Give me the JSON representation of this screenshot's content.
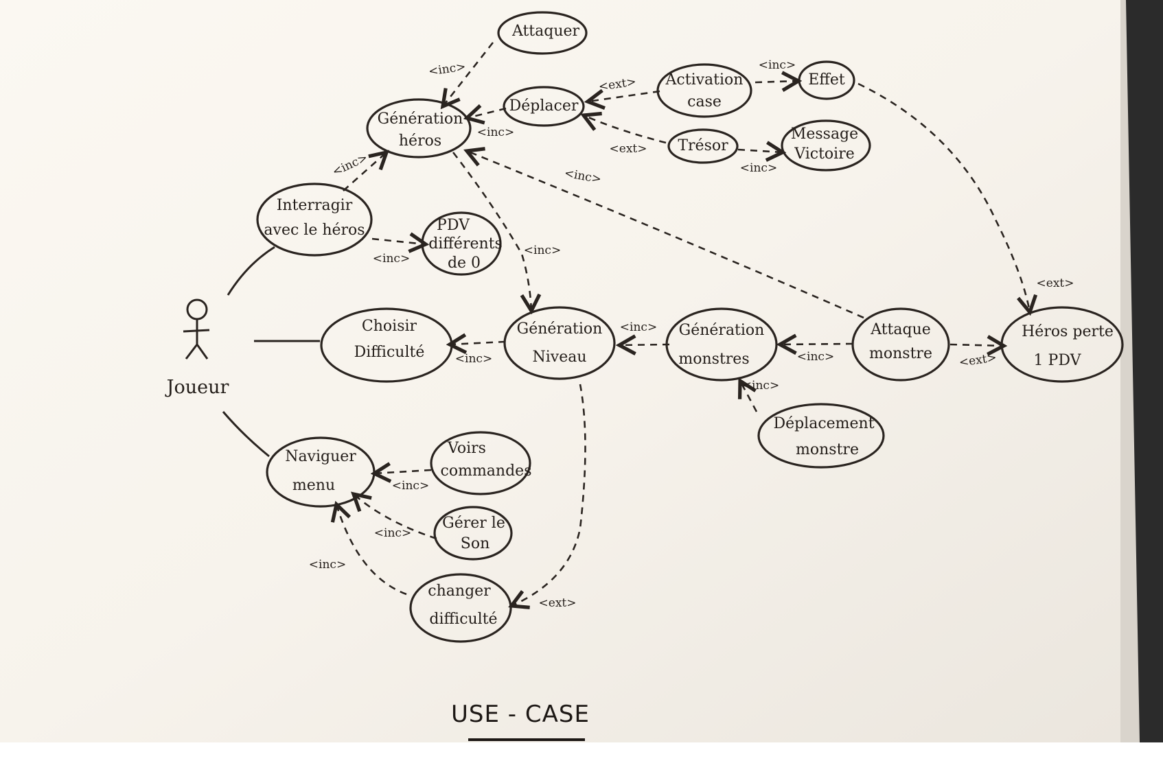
{
  "diagram": {
    "title": "USE - CASE",
    "actor": {
      "name": "Joueur"
    },
    "use_cases": {
      "attaquer": [
        "Attaquer"
      ],
      "generation_heros": [
        "Génération",
        "héros"
      ],
      "deplacer": [
        "Déplacer"
      ],
      "activation_case": [
        "Activation",
        "case"
      ],
      "effet": [
        "Effet"
      ],
      "tresor": [
        "Trésor"
      ],
      "message_victoire": [
        "Message",
        "Victoire"
      ],
      "interagir": [
        "Interragir",
        "avec le héros"
      ],
      "pdv": [
        "PDV",
        "différents",
        "de 0"
      ],
      "choisir_difficulte": [
        "Choisir",
        "Difficulté"
      ],
      "generation_niveau": [
        "Génération",
        "Niveau"
      ],
      "generation_monstres": [
        "Génération",
        "monstres"
      ],
      "attaque_monstre": [
        "Attaque",
        "monstre"
      ],
      "heros_perte": [
        "Héros perte",
        "1 PDV"
      ],
      "deplacement_monstre": [
        "Déplacement",
        "monstre"
      ],
      "naviguer_menu": [
        "Naviguer",
        "menu"
      ],
      "voir_commandes": [
        "Voirs",
        "commandes"
      ],
      "gerer_son": [
        "Gérer le",
        "Son"
      ],
      "changer_difficulte": [
        "changer",
        "difficulté"
      ]
    },
    "stereotypes": {
      "include": "<inc>",
      "extend": "<ext>"
    }
  }
}
